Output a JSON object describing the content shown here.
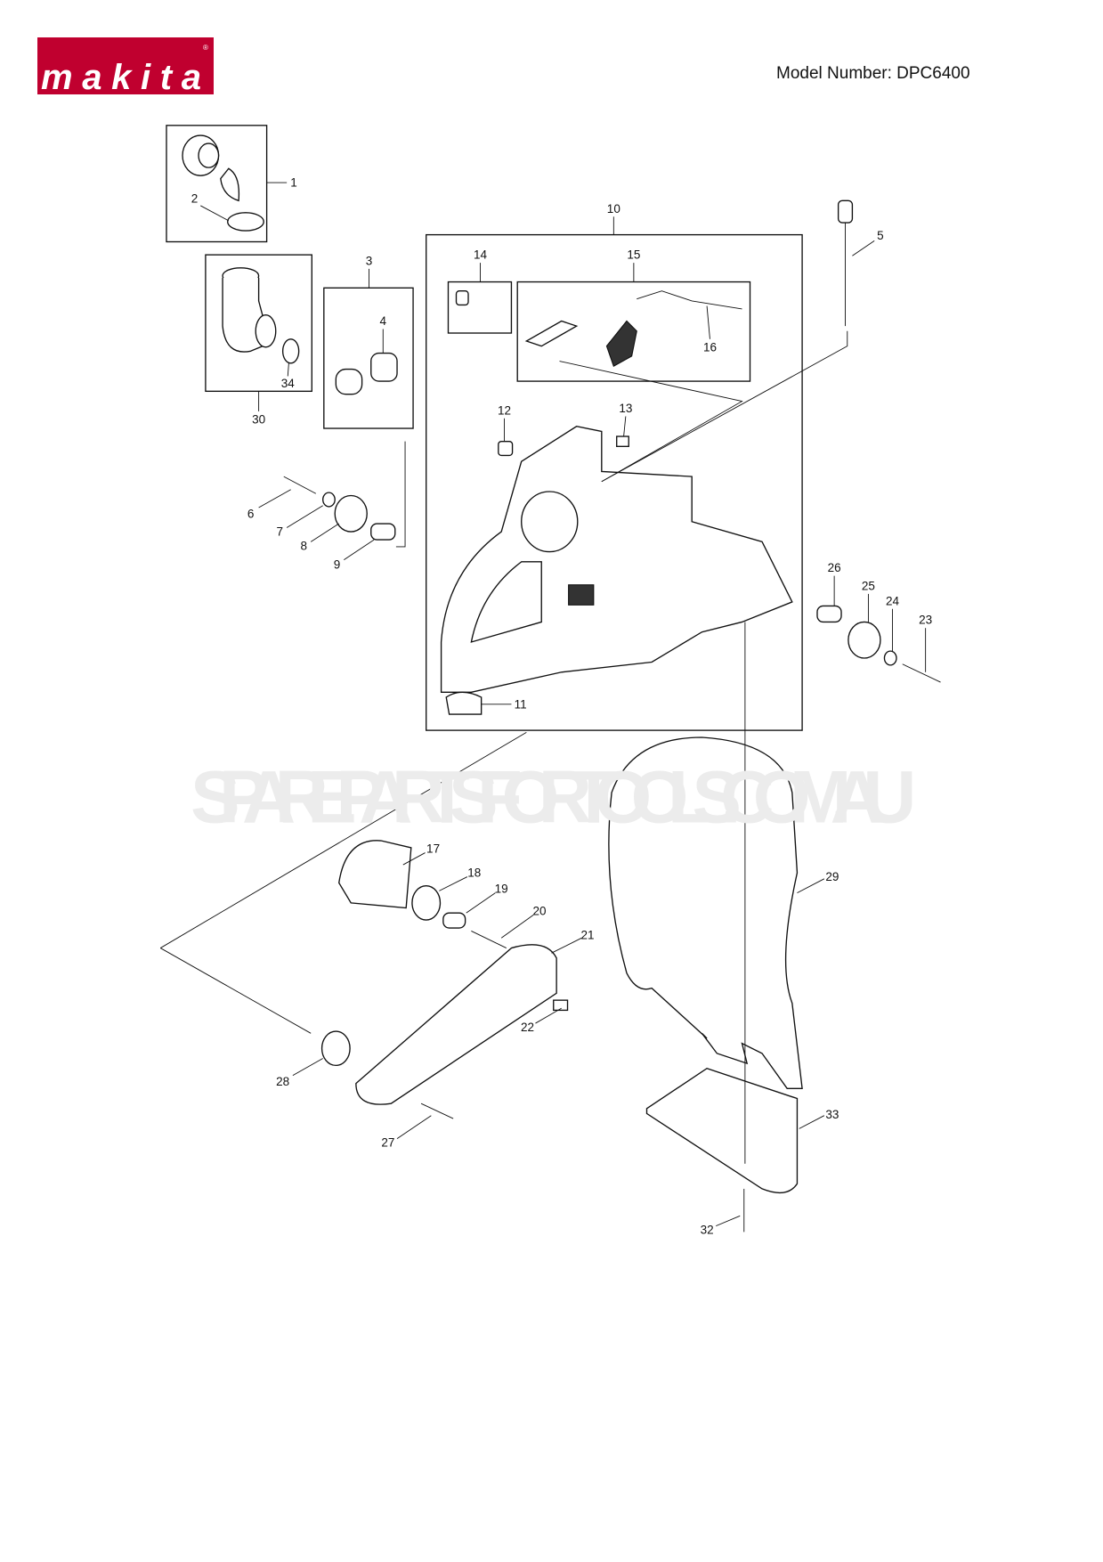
{
  "header": {
    "brand": "makita",
    "brand_color": "#c0002f",
    "model_number": "Model Number: DPC6400"
  },
  "watermark": "SPAREPARTSFORTOOLS.COM.AU",
  "callouts": [
    "1",
    "2",
    "3",
    "4",
    "5",
    "6",
    "7",
    "8",
    "9",
    "10",
    "11",
    "12",
    "13",
    "14",
    "15",
    "16",
    "17",
    "18",
    "19",
    "20",
    "21",
    "22",
    "23",
    "24",
    "25",
    "26",
    "27",
    "28",
    "29",
    "30",
    "32",
    "33",
    "34"
  ]
}
